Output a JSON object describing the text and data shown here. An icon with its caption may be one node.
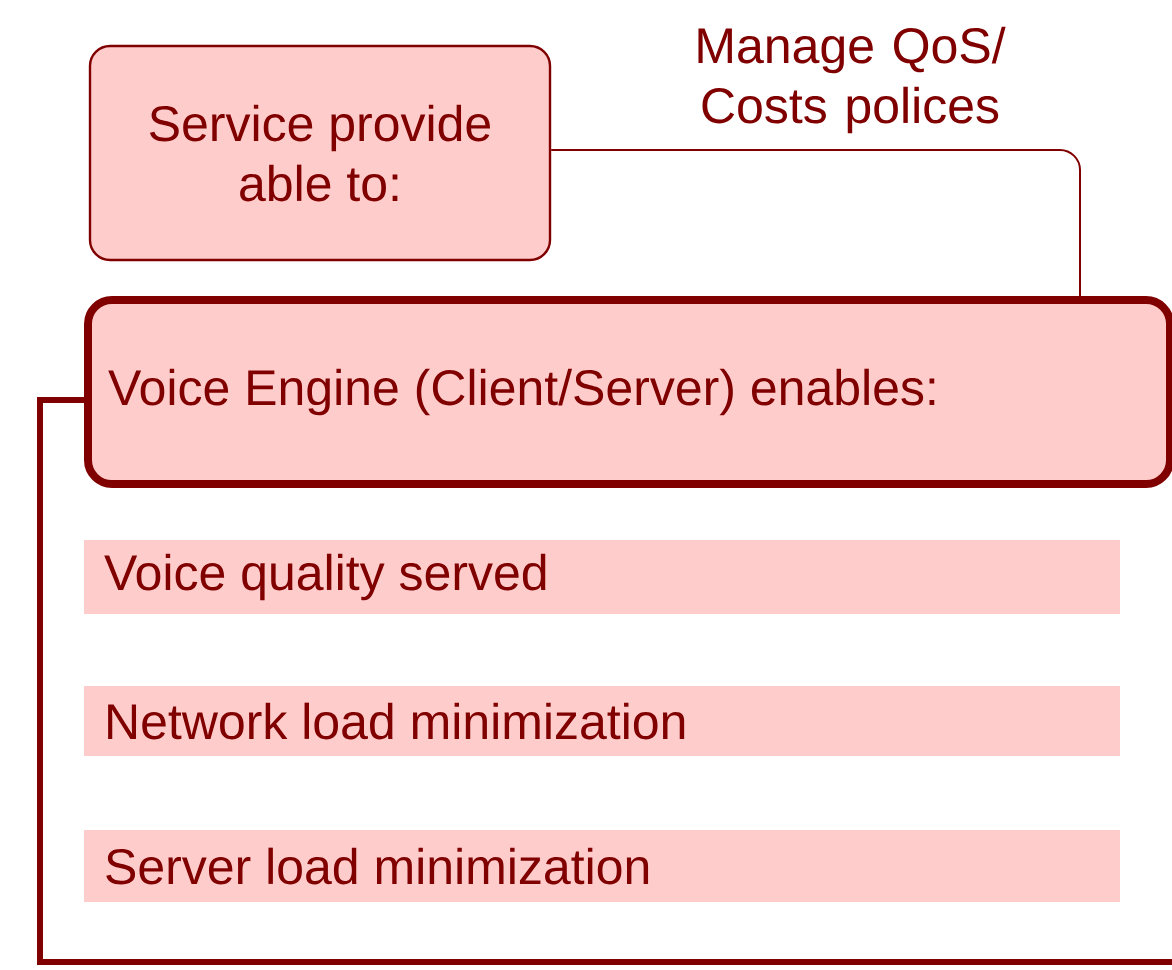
{
  "diagram": {
    "nodes": [
      {
        "text": [
          "Service provide able to:"
        ]
      },
      {
        "text": [
          "Voice Engine (Client/Server) enables:"
        ]
      },
      {
        "text": [
          "Voice quality served"
        ]
      },
      {
        "text": [
          "Network load minimization"
        ]
      },
      {
        "text": [
          "Server load minimization"
        ]
      }
    ],
    "edges": [
      {
        "from": 0,
        "to": 1,
        "arrow": "none",
        "label": "Manage QoS/ Costs polices"
      }
    ]
  }
}
